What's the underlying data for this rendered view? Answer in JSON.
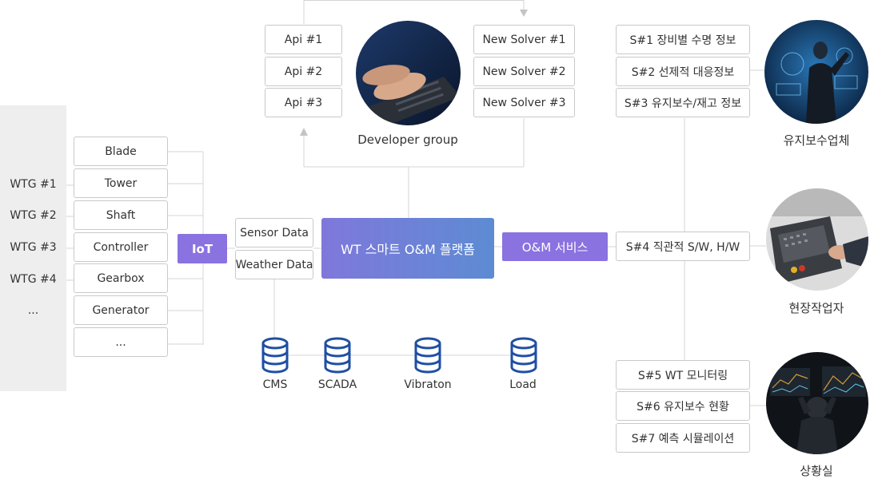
{
  "wtg_list": [
    "WTG #1",
    "WTG #2",
    "WTG #3",
    "WTG #4",
    "..."
  ],
  "components": [
    "Blade",
    "Tower",
    "Shaft",
    "Controller",
    "Gearbox",
    "Generator",
    "..."
  ],
  "iot_label": "IoT",
  "inputs": [
    "Sensor Data",
    "Weather Data"
  ],
  "platform_label": "WT 스마트 O&M 플랫폼",
  "om_label": "O&M 서비스",
  "api_list": [
    "Api #1",
    "Api #2",
    "Api #3"
  ],
  "solver_list": [
    "New Solver #1",
    "New Solver #2",
    "New Solver #3"
  ],
  "developer_label": "Developer group",
  "databases": [
    "CMS",
    "SCADA",
    "Vibraton",
    "Load"
  ],
  "services_top": [
    "S#1 장비별 수명 정보",
    "S#2 선제적 대응정보",
    "S#3 유지보수/재고 정보"
  ],
  "services_mid": [
    "S#4 직관적 S/W, H/W"
  ],
  "services_bottom": [
    "S#5 WT 모니터링",
    "S#6 유지보수 현황",
    "S#7 예측 시뮬레이션"
  ],
  "stakeholders": [
    "유지보수업체",
    "현장작업자",
    "상황실"
  ],
  "colors": {
    "accent_purple": "#8a72e0",
    "platform_start": "#7f78db",
    "platform_end": "#5d8bd3",
    "db_blue": "#1f4fa3",
    "line": "#d4d4d4"
  }
}
